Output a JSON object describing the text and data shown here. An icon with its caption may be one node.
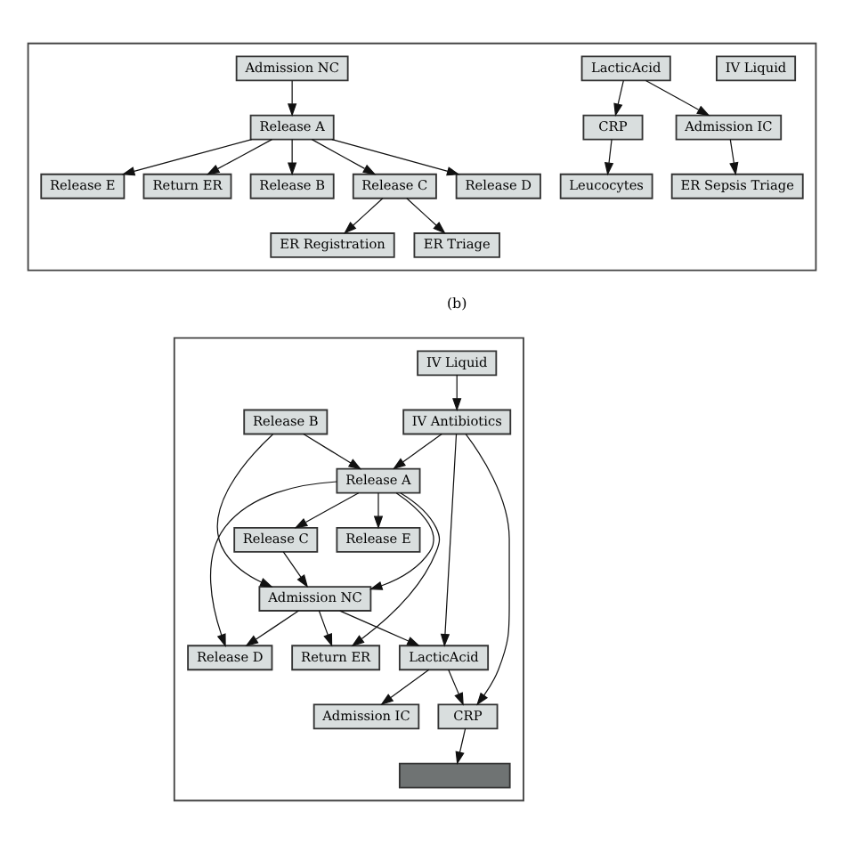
{
  "diagram": {
    "nodes": [
      {
        "text": [],
        "shape": "box"
      },
      {
        "text": [
          "IV Liquid"
        ],
        "in": 0
      },
      {
        "text": [
          "LacticAcid"
        ],
        "in": 0
      },
      {
        "text": [
          "Admission NC"
        ],
        "in": 0
      },
      {
        "text": [
          "CRP"
        ],
        "in": 0
      },
      {
        "text": [
          "Admission IC"
        ],
        "in": 0
      },
      {
        "text": [
          "Release A"
        ],
        "in": 0
      },
      {
        "text": [
          "Leucocytes"
        ],
        "in": 0
      },
      {
        "text": [
          "ER Sepsis Triage"
        ],
        "in": 0
      },
      {
        "text": [
          "Return ER"
        ],
        "in": 0
      },
      {
        "text": [
          "Release B"
        ],
        "in": 0
      },
      {
        "text": [
          "Release C"
        ],
        "in": 0
      },
      {
        "text": [
          "Release D"
        ],
        "in": 0
      },
      {
        "text": [
          "Release E"
        ],
        "in": 0
      },
      {
        "text": [
          "ER Registration"
        ],
        "in": 0
      },
      {
        "text": [
          "ER Triage"
        ],
        "in": 0
      },
      {
        "text": [],
        "shape": "box"
      },
      {
        "text": [
          "IV Liquid"
        ],
        "in": 16
      },
      {
        "text": [
          "Release B"
        ],
        "in": 16
      },
      {
        "text": [
          "IV Antibiotics"
        ],
        "in": 16
      },
      {
        "text": [
          "Release A"
        ],
        "in": 16
      },
      {
        "text": [
          "Release E"
        ],
        "in": 16
      },
      {
        "text": [
          "Release C"
        ],
        "in": 16
      },
      {
        "text": [
          "Admission NC"
        ],
        "in": 16
      },
      {
        "text": [
          "Return ER"
        ],
        "in": 16
      },
      {
        "text": [
          "Release D"
        ],
        "in": 16
      },
      {
        "text": [
          "LacticAcid"
        ],
        "in": 16
      },
      {
        "text": [
          "Admission IC"
        ],
        "in": 16
      },
      {
        "text": [
          "CRP"
        ],
        "in": 16
      },
      {
        "text": [],
        "shape": "box",
        "in": 16
      }
    ],
    "edges": [
      {
        "from": 2,
        "to": 4,
        "arrow": "to"
      },
      {
        "from": 2,
        "to": 5,
        "arrow": "to"
      },
      {
        "from": 3,
        "to": 6,
        "arrow": "to"
      },
      {
        "from": 4,
        "to": 7,
        "arrow": "to"
      },
      {
        "from": 5,
        "to": 8,
        "arrow": "to"
      },
      {
        "from": 6,
        "to": 9,
        "arrow": "to"
      },
      {
        "from": 6,
        "to": 10,
        "arrow": "to"
      },
      {
        "from": 6,
        "to": 11,
        "arrow": "to"
      },
      {
        "from": 6,
        "to": 12,
        "arrow": "to"
      },
      {
        "from": 6,
        "to": 13,
        "arrow": "to"
      },
      {
        "from": 11,
        "to": 14,
        "arrow": "to"
      },
      {
        "from": 11,
        "to": 15,
        "arrow": "to"
      },
      {
        "from": 17,
        "to": 19,
        "arrow": "to"
      },
      {
        "from": 18,
        "to": 20,
        "arrow": "to"
      },
      {
        "from": 19,
        "to": 20,
        "arrow": "to"
      },
      {
        "from": 18,
        "to": 23,
        "arrow": "to"
      },
      {
        "from": 19,
        "to": 26,
        "arrow": "to"
      },
      {
        "from": 19,
        "to": 28,
        "arrow": "to"
      },
      {
        "from": 20,
        "to": 21,
        "arrow": "to"
      },
      {
        "from": 20,
        "to": 22,
        "arrow": "to"
      },
      {
        "from": 20,
        "to": 23,
        "arrow": "to"
      },
      {
        "from": 20,
        "to": 24,
        "arrow": "to"
      },
      {
        "from": 20,
        "to": 25,
        "arrow": "to"
      },
      {
        "from": 22,
        "to": 23,
        "arrow": "to"
      },
      {
        "from": 23,
        "to": 24,
        "arrow": "to"
      },
      {
        "from": 23,
        "to": 25,
        "arrow": "to"
      },
      {
        "from": 23,
        "to": 26,
        "arrow": "to"
      },
      {
        "from": 26,
        "to": 27,
        "arrow": "to"
      },
      {
        "from": 26,
        "to": 28,
        "arrow": "to"
      },
      {
        "from": 28,
        "to": 29,
        "arrow": "to"
      }
    ],
    "labels": [
      "(b)"
    ]
  }
}
